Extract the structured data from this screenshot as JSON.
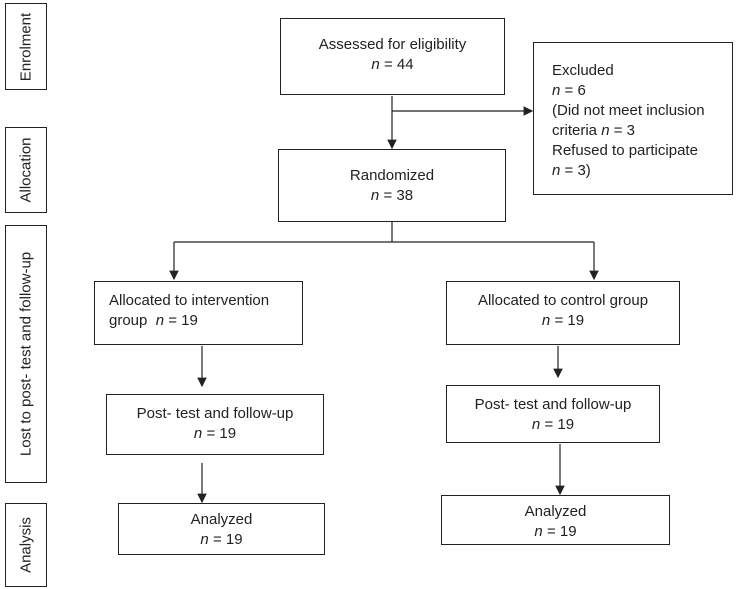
{
  "phases": {
    "enrolment": "Enrolment",
    "allocation": "Allocation",
    "followup": "Lost to post- test and follow-up",
    "analysis": "Analysis"
  },
  "n_symbol": "n",
  "assessed": {
    "label": "Assessed for eligibility",
    "n": "= 44"
  },
  "excluded": {
    "label": "Excluded",
    "n": "= 6",
    "reason1_prefix": "(Did not meet inclusion",
    "reason1_tail": "criteria",
    "reason1_n": "= 3",
    "reason2_prefix": "Refused to participate",
    "reason2_tail": "= 3)"
  },
  "randomized": {
    "label": "Randomized",
    "n": "= 38"
  },
  "intervention": {
    "label_line1": "Allocated to intervention",
    "label_line2": "group",
    "n": "= 19"
  },
  "control": {
    "label": "Allocated to control group",
    "n": "= 19"
  },
  "posttest_left": {
    "label": "Post- test and follow-up",
    "n": "= 19"
  },
  "posttest_right": {
    "label": "Post- test and follow-up",
    "n": "= 19"
  },
  "analyzed_left": {
    "label": "Analyzed",
    "n": "= 19"
  },
  "analyzed_right": {
    "label": "Analyzed",
    "n": "= 19"
  }
}
